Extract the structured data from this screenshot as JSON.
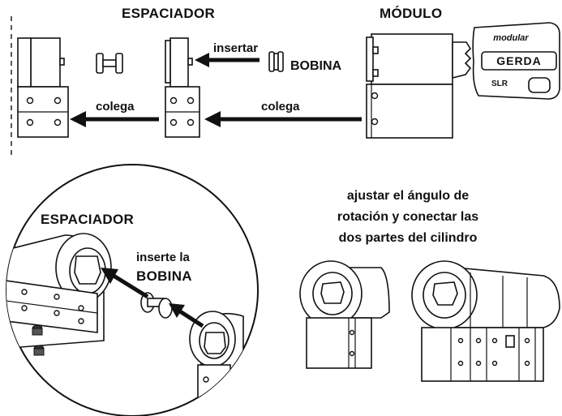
{
  "labels": {
    "espaciador_top": "ESPACIADOR",
    "modulo": "MÓDULO",
    "insertar": "insertar",
    "bobina_top": "BOBINA",
    "colega_left": "colega",
    "colega_right": "colega",
    "espaciador_circle": "ESPACIADOR",
    "inserte_la": "inserte la",
    "bobina_circle": "BOBINA",
    "instruction_line1": "ajustar el ángulo de",
    "instruction_line2": "rotación y conectar las",
    "instruction_line3": "dos partes del cilindro"
  },
  "key": {
    "brand": "GERDA",
    "model": "modular",
    "code": "SLR"
  },
  "icons": [
    "arrow-left-icon",
    "spool-icon",
    "key-icon",
    "cylinder-icon",
    "magnifier-circle-icon"
  ],
  "colors": {
    "ink": "#111111",
    "paper": "#ffffff"
  }
}
